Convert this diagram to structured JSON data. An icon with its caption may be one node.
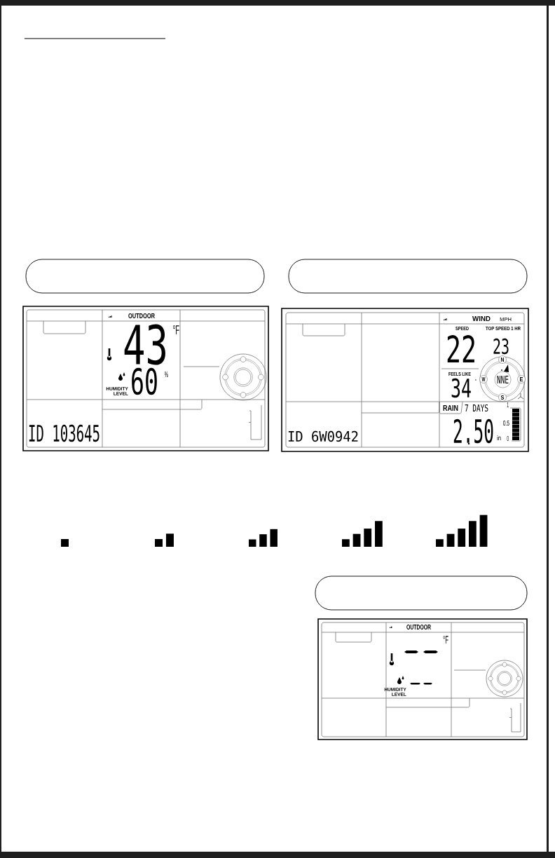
{
  "diagram": {
    "nodes": [
      {
        "text": [],
        "shape": "box"
      },
      {
        "text": [],
        "shape": "box"
      },
      {
        "text": [],
        "shape": "box"
      }
    ],
    "labels": [
      "OUTDOOR",
      "43",
      "°F",
      "60",
      "%",
      "HUMIDITY LEVEL",
      "ID 103645",
      "WIND",
      "MPH",
      "SPEED",
      "TOP SPEED 1 HR",
      "22",
      "23",
      "FEELS LIKE",
      "34",
      "°",
      "N",
      "W",
      "E",
      "S",
      "NNE",
      "RAIN",
      "7 DAYS",
      "1",
      "0.5",
      "0",
      "2.50",
      "in",
      "ID 6W0942",
      "OUTDOOR",
      "°F",
      "HUMIDITY LEVEL"
    ]
  }
}
